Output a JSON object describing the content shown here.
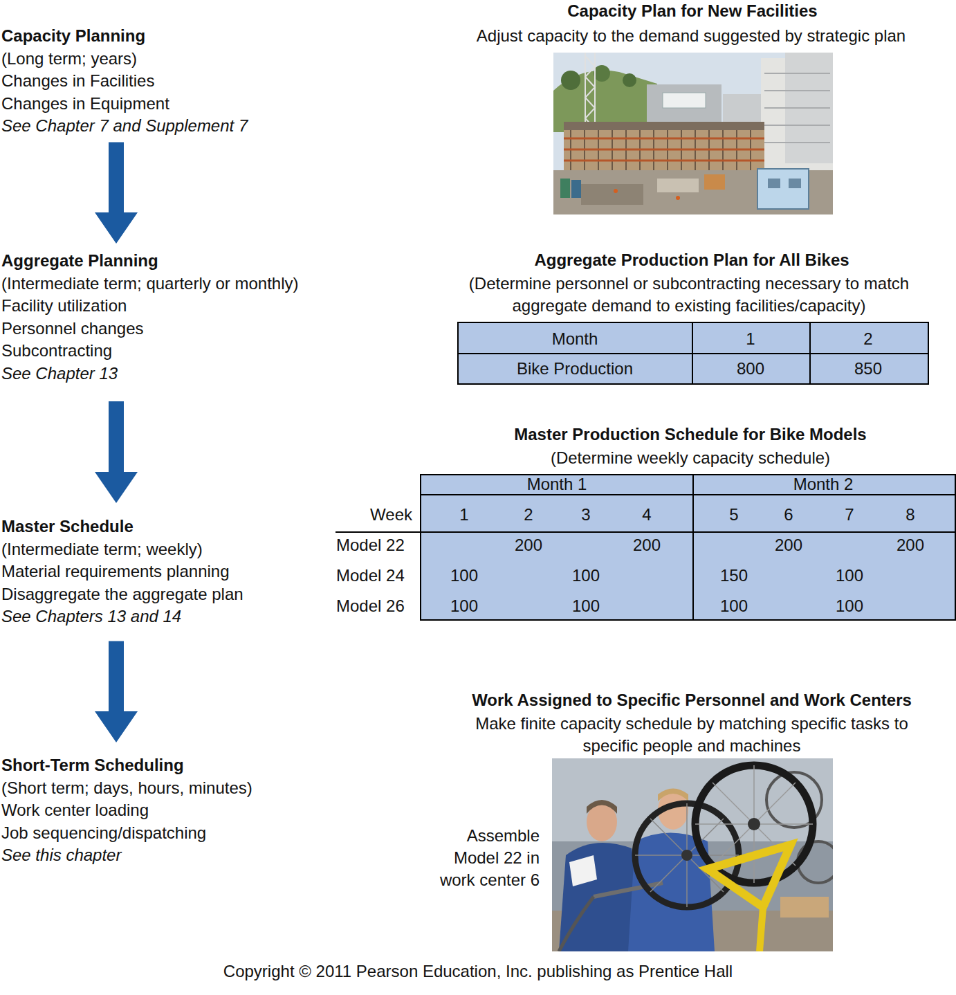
{
  "diagram": {
    "nodes": [
      {
        "text": [
          "Capacity Planning",
          "(Long term; years)",
          "Changes in Facilities",
          "Changes in Equipment",
          "See Chapter 7 and Supplement 7"
        ]
      },
      {
        "text": [
          "Aggregate Planning",
          "(Intermediate term; quarterly or monthly)",
          "Facility utilization",
          "Personnel changes",
          "Subcontracting",
          "See Chapter 13"
        ]
      },
      {
        "text": [
          "Master Schedule",
          "(Intermediate term; weekly)",
          "Material requirements planning",
          "Disaggregate the aggregate plan",
          "See Chapters 13 and 14"
        ]
      },
      {
        "text": [
          "Short-Term Scheduling",
          "(Short term; days, hours, minutes)",
          "Work center loading",
          "Job sequencing/dispatching",
          "See this chapter"
        ]
      }
    ],
    "edges": [
      {
        "from": 0,
        "to": 1,
        "arrow": "to"
      },
      {
        "from": 1,
        "to": 2,
        "arrow": "to"
      },
      {
        "from": 2,
        "to": 3,
        "arrow": "to"
      }
    ],
    "labels": [
      "Capacity Plan for New Facilities",
      "Adjust capacity to the demand suggested by strategic plan",
      "Aggregate Production Plan for All Bikes",
      "(Determine personnel or subcontracting necessary to match aggregate demand to existing facilities/capacity)",
      "Month",
      "1",
      "2",
      "Bike Production",
      "800",
      "850",
      "Master Production Schedule for Bike Models",
      "(Determine weekly capacity schedule)",
      "Month 1",
      "Month 2",
      "Week",
      "1",
      "2",
      "3",
      "4",
      "5",
      "6",
      "7",
      "8",
      "Model 22",
      "200",
      "200",
      "200",
      "200",
      "Model 24",
      "100",
      "100",
      "150",
      "100",
      "Model 26",
      "100",
      "100",
      "100",
      "100",
      "Work Assigned to Specific Personnel and Work Centers",
      "Make finite capacity schedule by matching specific tasks to specific people and machines",
      "Assemble Model 22 in work center 6",
      "Copyright © 2011 Pearson Education, Inc. publishing as Prentice Hall"
    ]
  }
}
